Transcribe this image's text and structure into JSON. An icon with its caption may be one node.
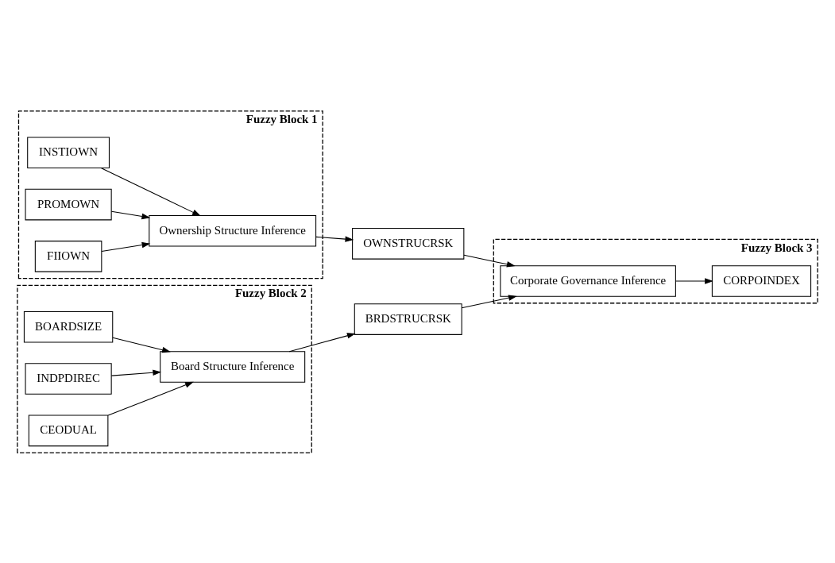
{
  "diagram": {
    "nodes": [
      {
        "text": [
          "Fuzzy Block 1"
        ]
      },
      {
        "text": [
          "INSTIOWN"
        ],
        "in": 0
      },
      {
        "text": [
          "PROMOWN"
        ],
        "in": 0
      },
      {
        "text": [
          "FIIOWN"
        ],
        "in": 0
      },
      {
        "text": [
          "Ownership Structure Inference"
        ],
        "in": 0
      },
      {
        "text": [
          "Fuzzy Block 3"
        ]
      },
      {
        "text": [
          "OWNSTRUCRSK"
        ]
      },
      {
        "text": [
          "Corporate Governance Inference"
        ],
        "in": 5
      },
      {
        "text": [
          "CORPOINDEX"
        ],
        "in": 5
      },
      {
        "text": [
          "Fuzzy Block 2"
        ]
      },
      {
        "text": [
          "BOARDSIZE"
        ],
        "in": 9
      },
      {
        "text": [
          "INDPDIREC"
        ],
        "in": 9
      },
      {
        "text": [
          "CEODUAL"
        ],
        "in": 9
      },
      {
        "text": [
          "Board Structure Inference"
        ],
        "in": 9
      },
      {
        "text": [
          "BRDSTRUCRSK"
        ]
      }
    ],
    "edges": [
      {
        "from": 1,
        "to": 4,
        "arrow": "to"
      },
      {
        "from": 2,
        "to": 4,
        "arrow": "to"
      },
      {
        "from": 3,
        "to": 4,
        "arrow": "to"
      },
      {
        "from": 4,
        "to": 6,
        "arrow": "to"
      },
      {
        "from": 6,
        "to": 7,
        "arrow": "to"
      },
      {
        "from": 7,
        "to": 8,
        "arrow": "to"
      },
      {
        "from": 10,
        "to": 13,
        "arrow": "to"
      },
      {
        "from": 11,
        "to": 13,
        "arrow": "to"
      },
      {
        "from": 12,
        "to": 13,
        "arrow": "to"
      },
      {
        "from": 13,
        "to": 14,
        "arrow": "to"
      },
      {
        "from": 14,
        "to": 7,
        "arrow": "to"
      }
    ]
  }
}
